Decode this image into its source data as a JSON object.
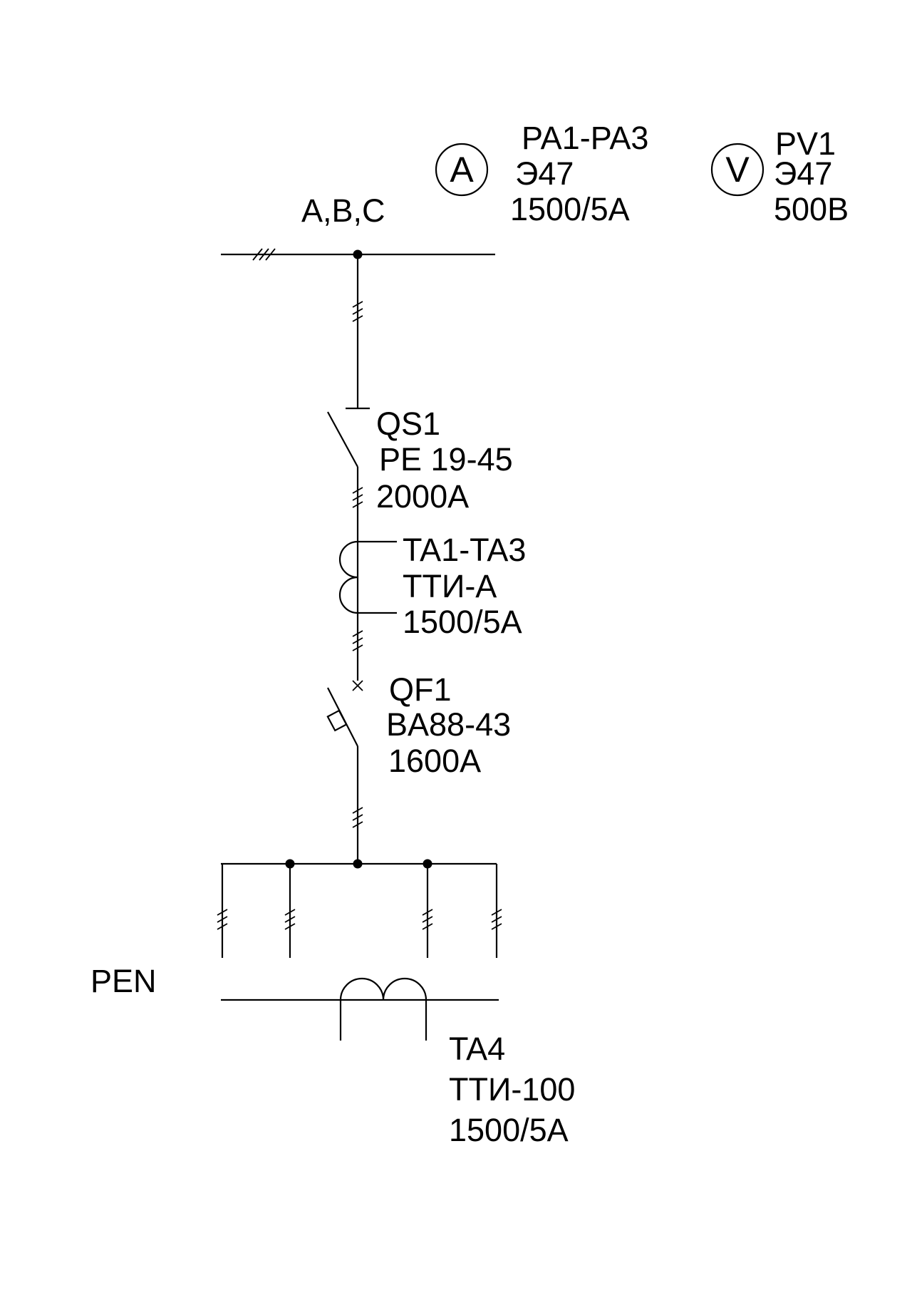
{
  "labels": {
    "bus_phases": "A,B,C",
    "ammeter": {
      "symbol": "A",
      "lines": [
        "PA1-PA3",
        "Э47",
        "1500/5A"
      ]
    },
    "voltmeter": {
      "symbol": "V",
      "lines": [
        "PV1",
        "Э47",
        "500B"
      ]
    },
    "disconnector": {
      "lines": [
        "QS1",
        "PE 19-45",
        "2000A"
      ]
    },
    "current_transformers": {
      "lines": [
        "TA1-TA3",
        "ТТИ-А",
        "1500/5A"
      ]
    },
    "circuit_breaker": {
      "lines": [
        "QF1",
        "BA88-43",
        "1600A"
      ]
    },
    "pen_label": "PEN",
    "pen_transformer": {
      "lines": [
        "TA4",
        "ТТИ-100",
        "1500/5A"
      ]
    }
  }
}
